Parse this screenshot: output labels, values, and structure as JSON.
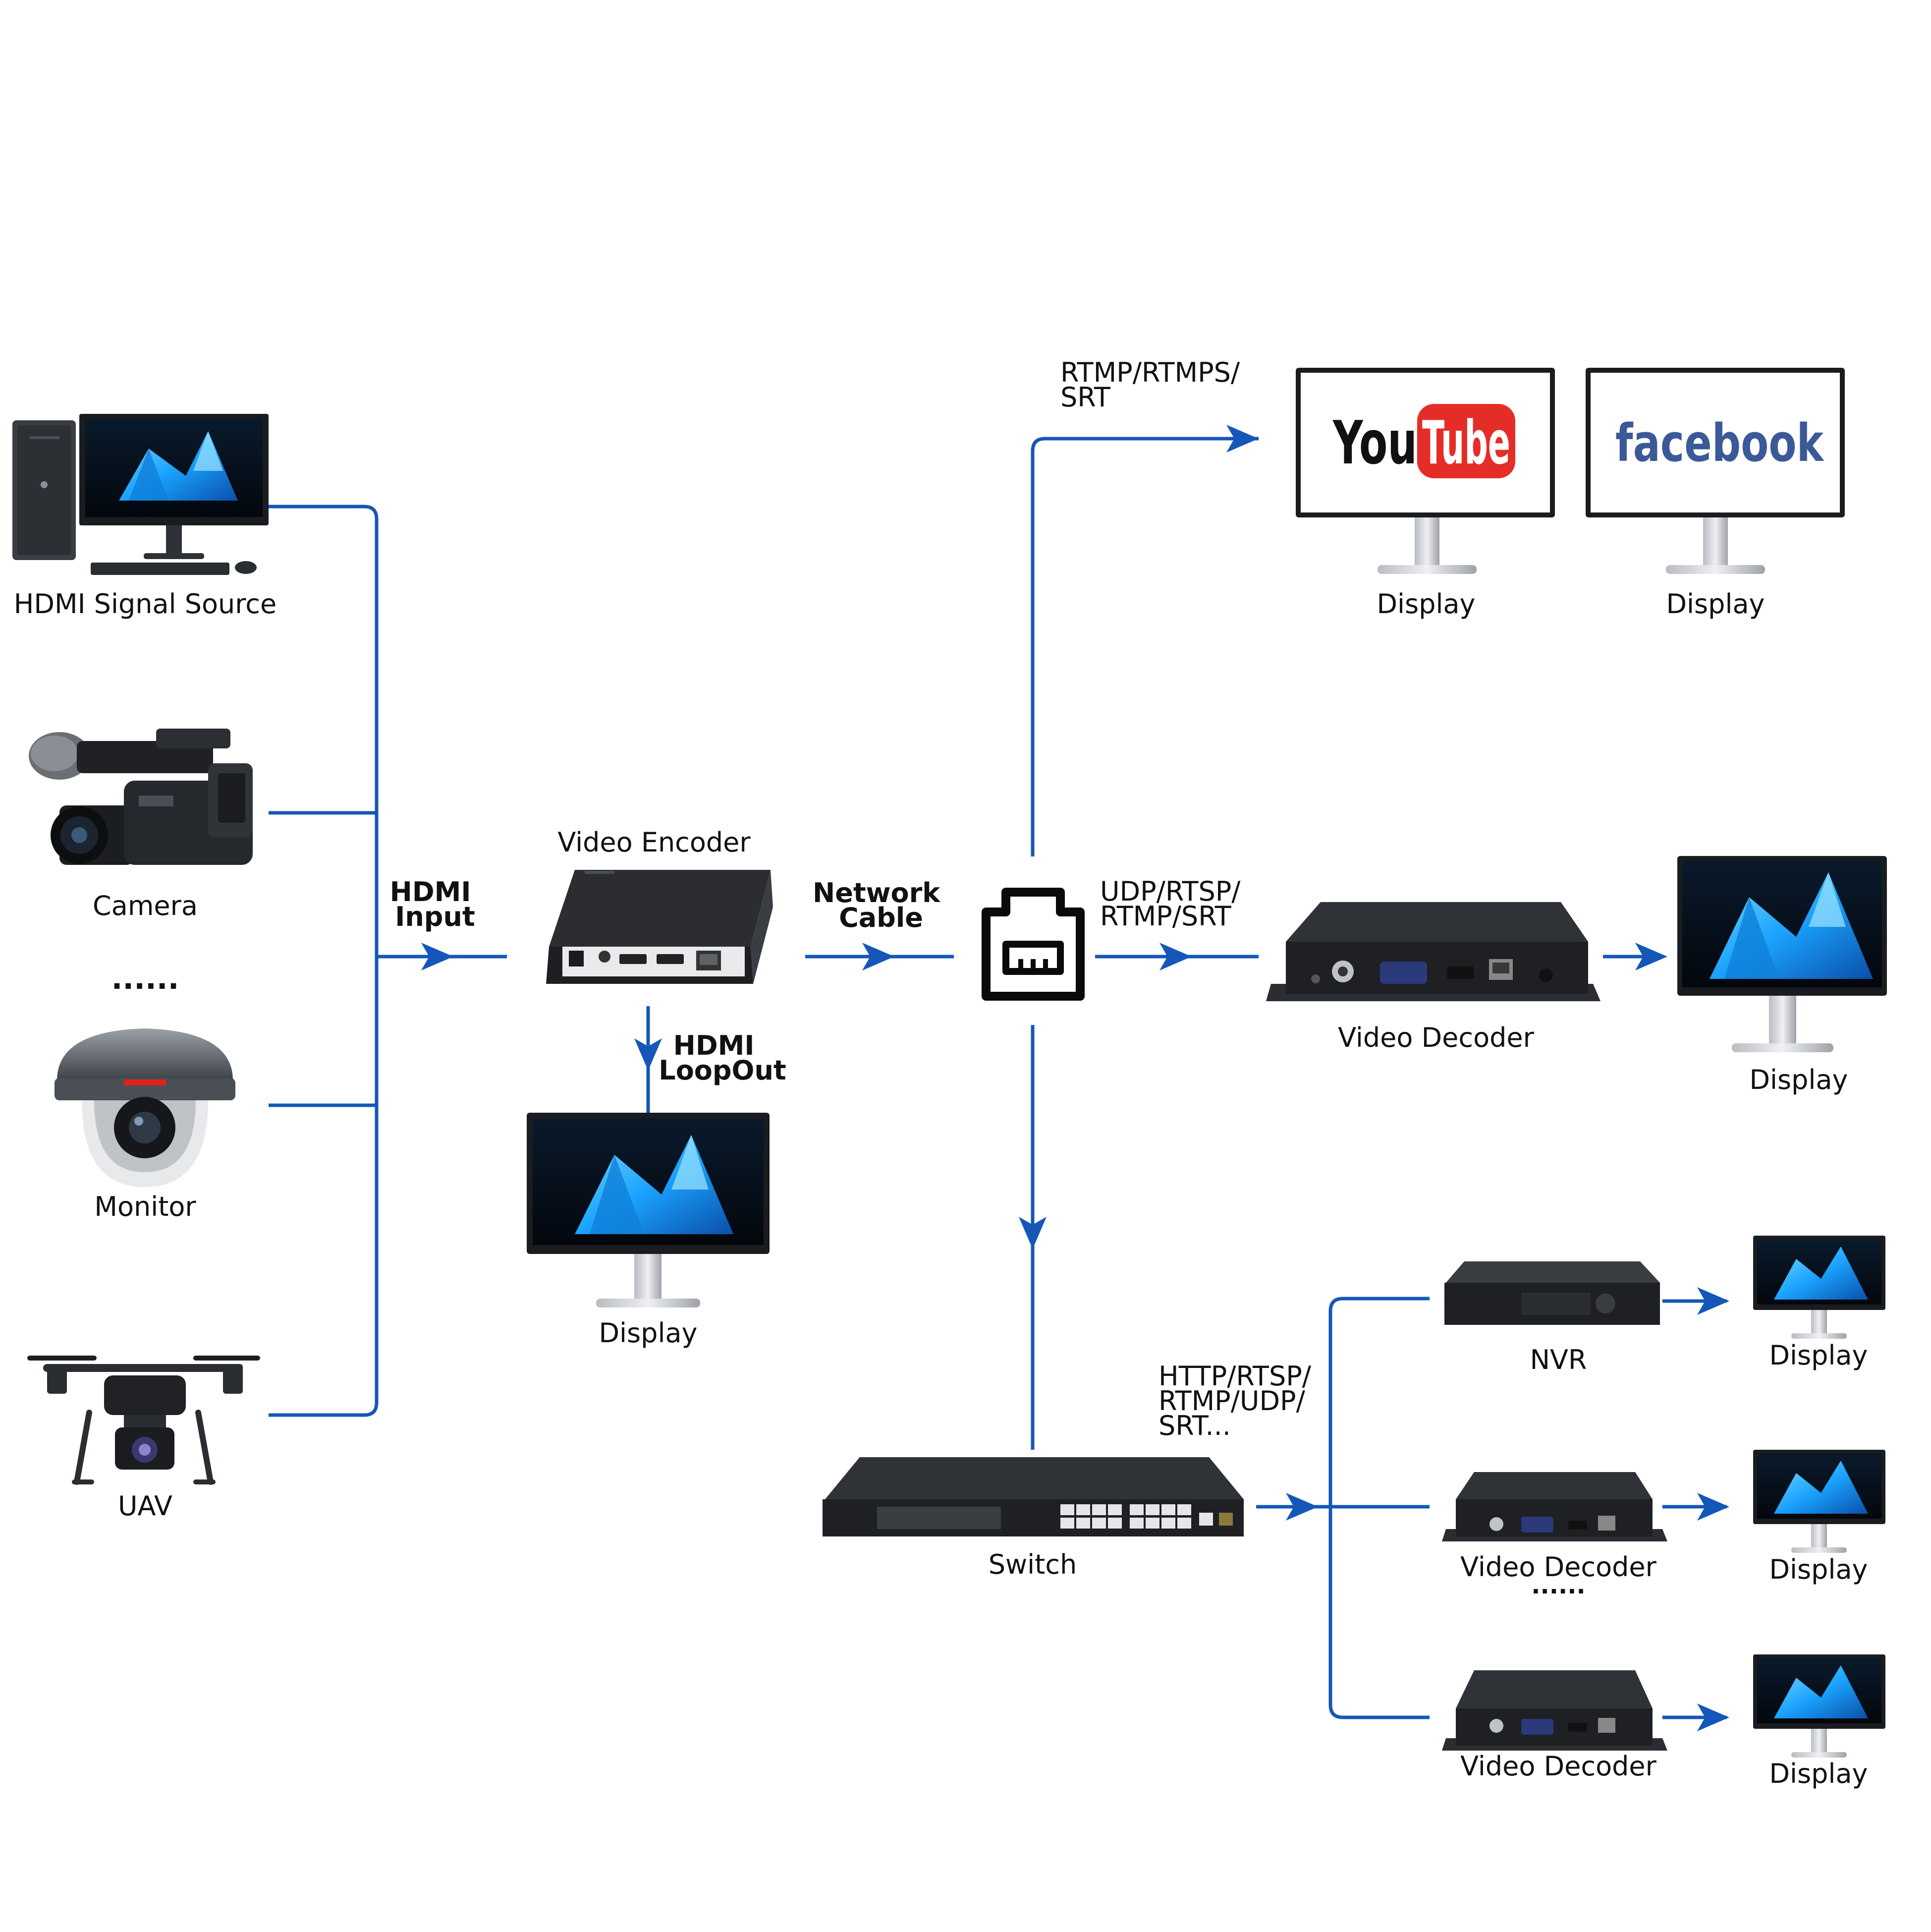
{
  "colors": {
    "line": "#1457b8",
    "device_dark": "#26282b",
    "screen_bg": "#0b1b2e",
    "crystal": "#19a9ff",
    "youtube_red": "#e52d27",
    "facebook_blue": "#3b5998"
  },
  "sources": {
    "pc_label": "HDMI Signal Source",
    "camera_label": "Camera",
    "ellipsis": "......",
    "monitor_label": "Monitor",
    "uav_label": "UAV"
  },
  "links": {
    "hdmi_input": [
      "HDMI",
      "Input"
    ],
    "hdmi_loopout": [
      "HDMI",
      "LoopOut"
    ],
    "network_cable": [
      "Network",
      "Cable"
    ],
    "rtmp": [
      "RTMP/RTMPS/",
      "SRT"
    ],
    "udp": [
      "UDP/RTSP/",
      "RTMP/SRT"
    ],
    "http": [
      "HTTP/RTSP/",
      "RTMP/UDP/",
      "SRT..."
    ]
  },
  "devices": {
    "encoder_label": "Video Encoder",
    "loop_display_label": "Display",
    "youtube_display_label": "Display",
    "facebook_display_label": "Display",
    "decoder_label": "Video Decoder",
    "decoder_display_label": "Display",
    "switch_label": "Switch",
    "nvr_label": "NVR",
    "nvr_display_label": "Display",
    "decoder2_label": "Video Decoder",
    "decoder2_display_label": "Display",
    "decoder_ellipsis": "......",
    "decoder3_label": "Video Decoder",
    "decoder3_display_label": "Display"
  },
  "logos": {
    "youtube_you": "You",
    "youtube_tube": "Tube",
    "facebook": "facebook"
  }
}
